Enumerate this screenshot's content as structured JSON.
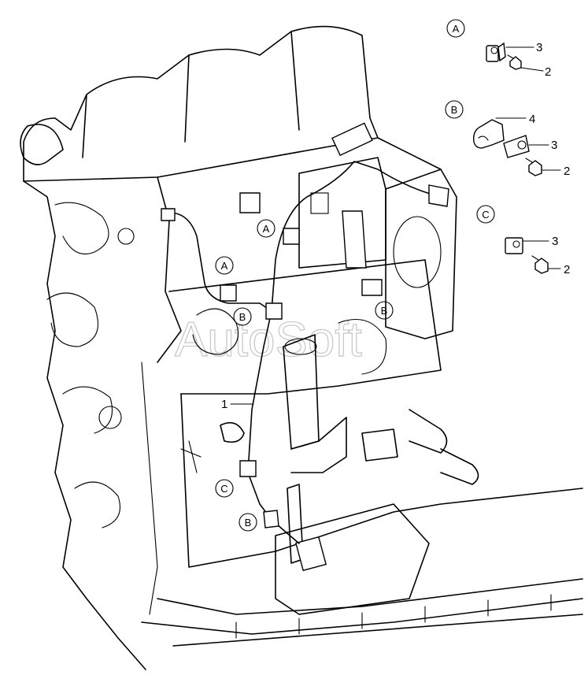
{
  "watermark": "AutoSoft",
  "details": {
    "A": {
      "letter": "A",
      "parts": [
        "3",
        "2"
      ]
    },
    "B": {
      "letter": "B",
      "parts": [
        "4",
        "3",
        "2"
      ]
    },
    "C": {
      "letter": "C",
      "parts": [
        "3",
        "2"
      ]
    }
  },
  "engine_callouts": {
    "a1": "A",
    "a2": "A",
    "b1": "B",
    "b2": "B",
    "b3": "B",
    "c1": "C",
    "part1": "1"
  }
}
